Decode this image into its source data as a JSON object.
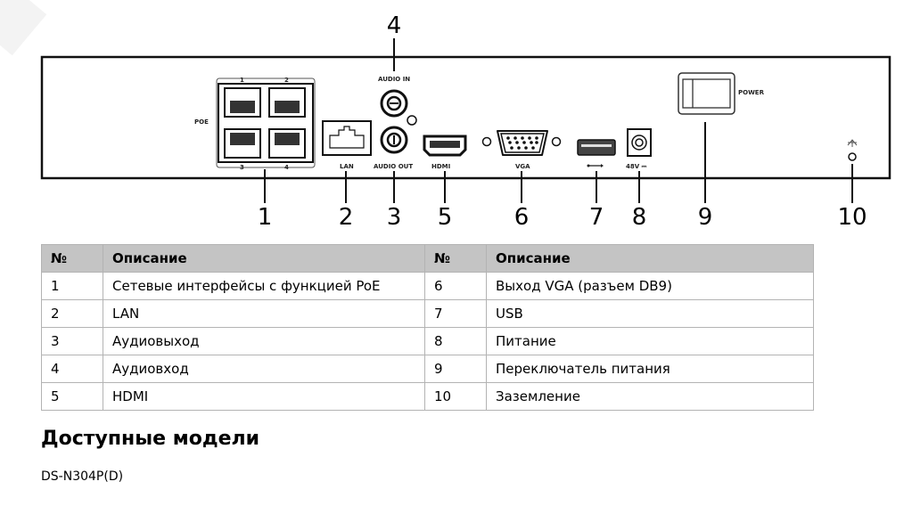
{
  "diagram": {
    "port_labels": {
      "poe": "POE",
      "audio_in": "AUDIO IN",
      "audio_out": "AUDIO OUT",
      "lan": "LAN",
      "hdmi": "HDMI",
      "vga": "VGA",
      "power_dc": "48V ⎓",
      "power_switch": "POWER",
      "poe_port_numbers": [
        "1",
        "2",
        "3",
        "4"
      ]
    },
    "callouts": [
      "1",
      "2",
      "3",
      "4",
      "5",
      "6",
      "7",
      "8",
      "9",
      "10"
    ]
  },
  "table": {
    "headers": [
      "№",
      "Описание",
      "№",
      "Описание"
    ],
    "rows": [
      [
        "1",
        "Сетевые интерфейсы с функцией PoE",
        "6",
        "Выход VGA (разъем DB9)"
      ],
      [
        "2",
        "LAN",
        "7",
        "USB"
      ],
      [
        "3",
        "Аудиовыход",
        "8",
        "Питание"
      ],
      [
        "4",
        "Аудиовход",
        "9",
        "Переключатель питания"
      ],
      [
        "5",
        "HDMI",
        "10",
        "Заземление"
      ]
    ]
  },
  "section": {
    "title": "Доступные модели",
    "model": "DS-N304P(D)"
  }
}
